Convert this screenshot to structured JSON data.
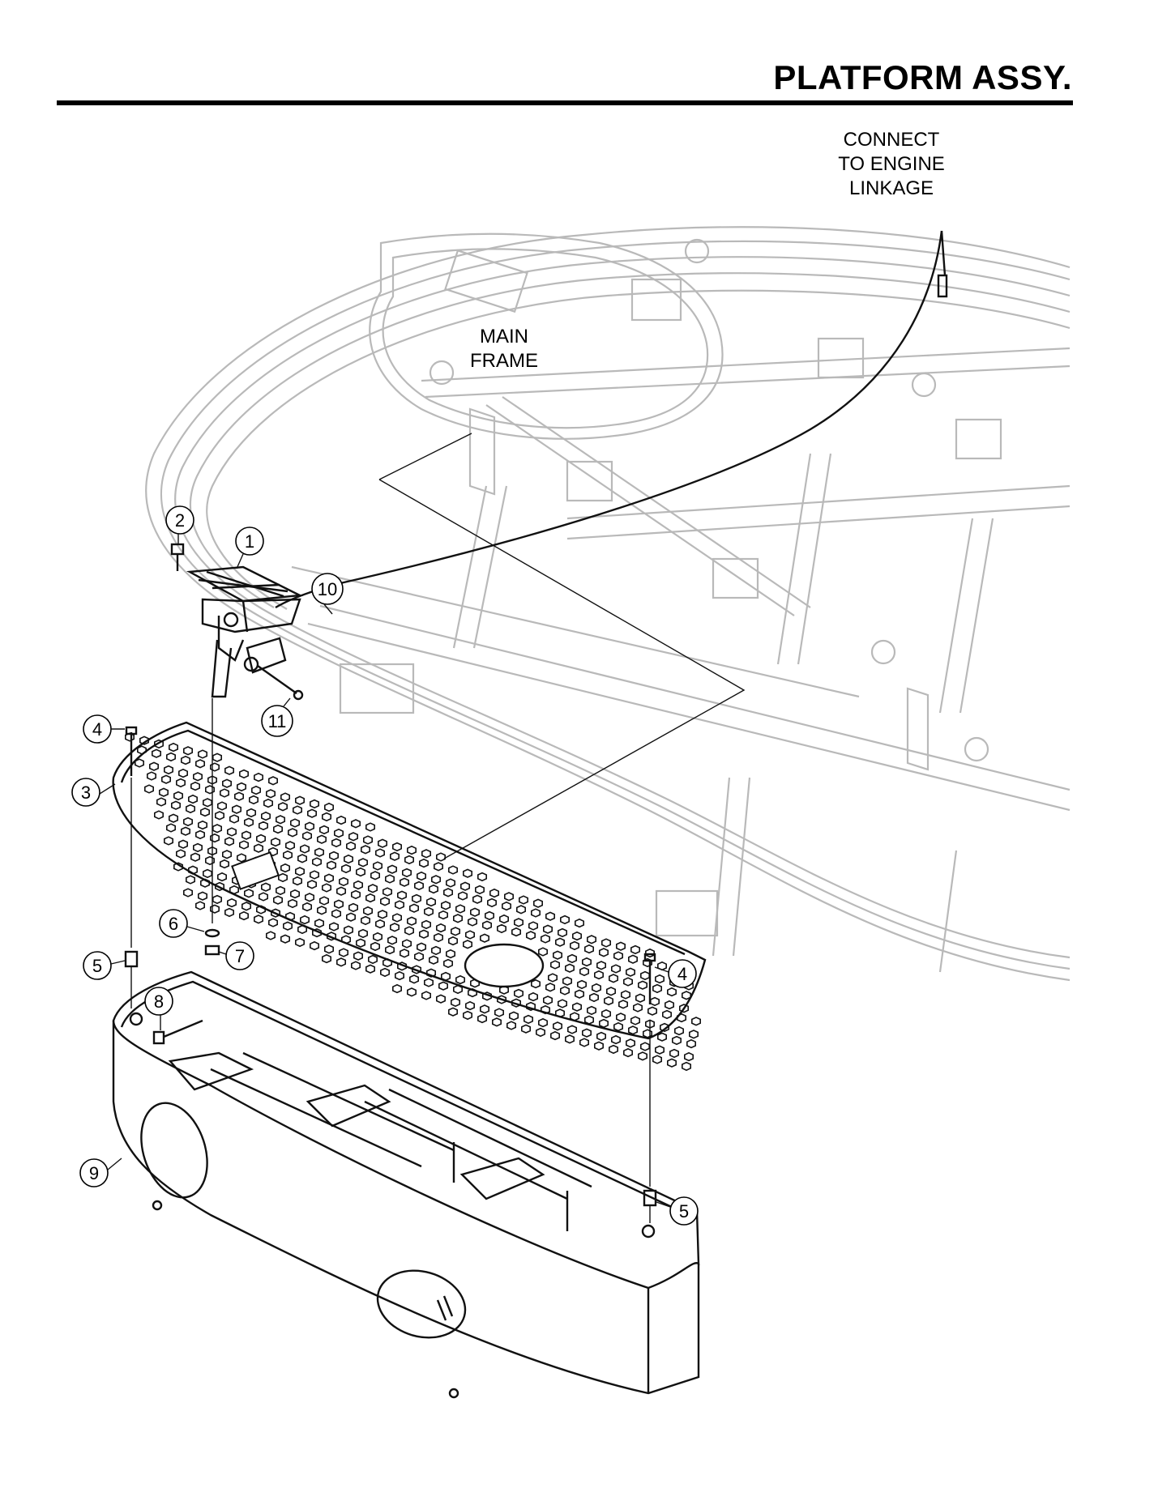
{
  "header": {
    "title": "PLATFORM ASSY."
  },
  "annotations": {
    "connect_line1": "CONNECT",
    "connect_line2": "TO ENGINE",
    "connect_line3": "LINKAGE",
    "main_frame_line1": "MAIN",
    "main_frame_line2": "FRAME"
  },
  "callouts": [
    "1",
    "2",
    "3",
    "4",
    "4",
    "5",
    "5",
    "6",
    "7",
    "8",
    "9",
    "10",
    "11"
  ]
}
